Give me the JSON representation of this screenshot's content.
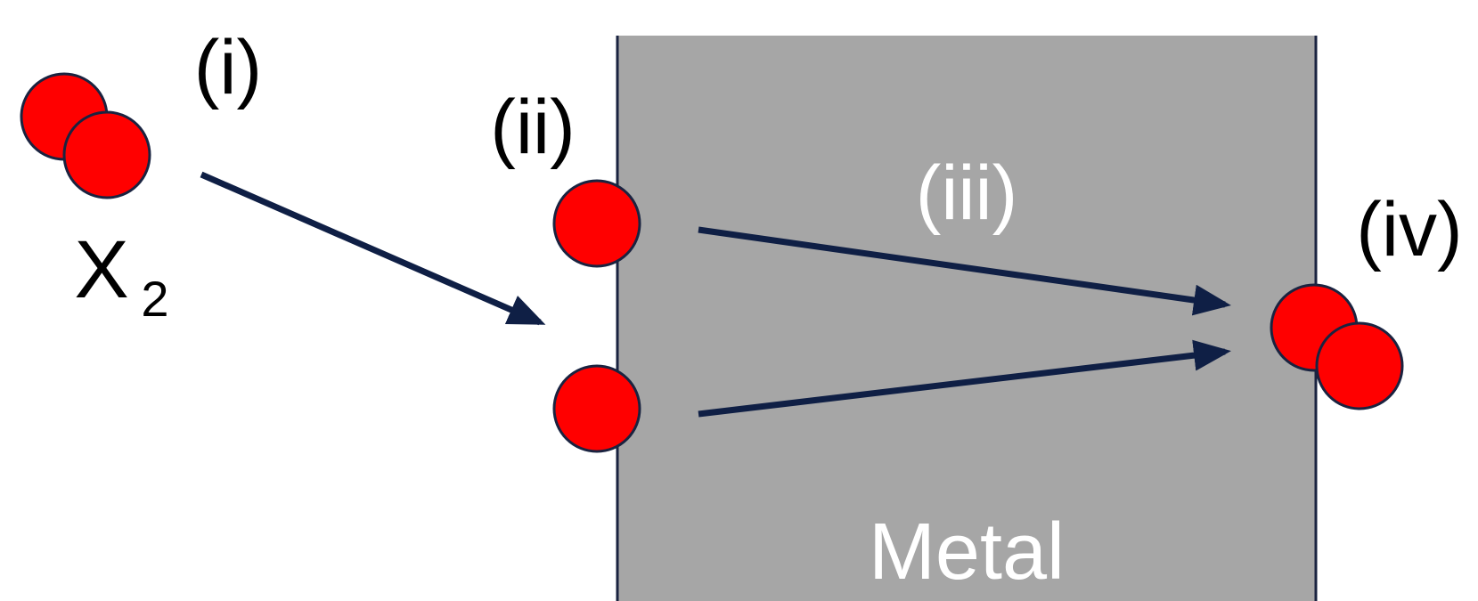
{
  "labels": {
    "step_i": "(i)",
    "step_ii": "(ii)",
    "step_iii": "(iii)",
    "step_iv": "(iv)",
    "molecule_base": "X",
    "molecule_subscript": "2",
    "metal": "Metal"
  },
  "colors": {
    "atom_fill": "#ff0000",
    "atom_stroke": "#1a2340",
    "arrow": "#0f1f45",
    "metal_fill": "#a6a6a6",
    "metal_edge": "#1a2340",
    "text_dark": "#000000",
    "text_light": "#ffffff"
  }
}
